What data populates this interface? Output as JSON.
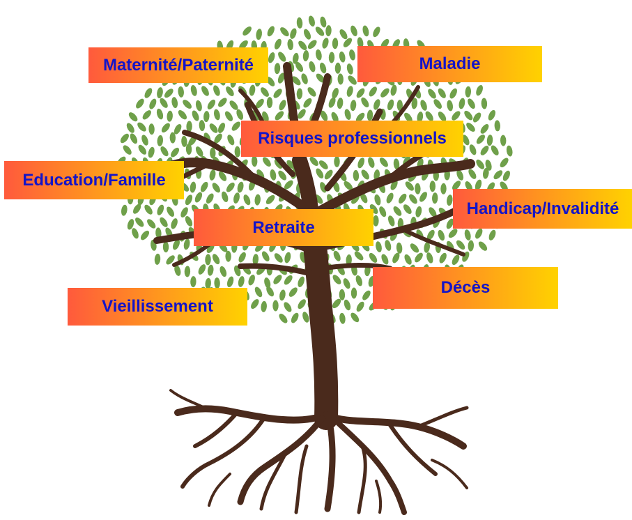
{
  "colors": {
    "label_text": "#1414c8",
    "label_gradient_start": "#ff5a3c",
    "label_gradient_end": "#ffd200",
    "trunk": "#4a2a1c",
    "leaf": "#6fa04a",
    "background": "#ffffff"
  },
  "labels": {
    "maternite": "Maternité/Paternité",
    "maladie": "Maladie",
    "risques": "Risques professionnels",
    "education": "Education/Famille",
    "handicap": "Handicap/Invalidité",
    "retraite": "Retraite",
    "deces": "Décès",
    "vieillissement": "Vieillissement"
  }
}
